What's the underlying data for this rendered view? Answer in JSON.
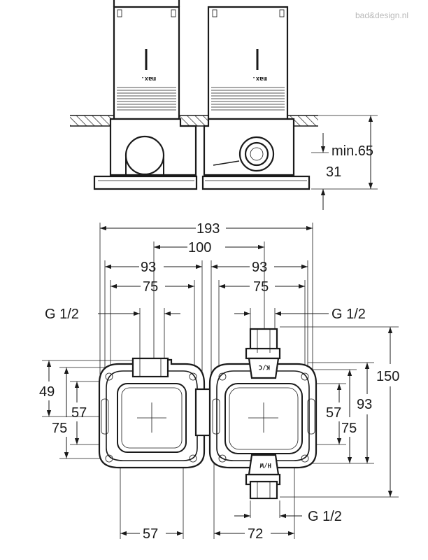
{
  "watermark": "bad&design.nl",
  "side_view": {
    "label_max": "max.",
    "label_min": "min.",
    "dim_min_depth": "min.65",
    "dim_base": "31"
  },
  "top_view": {
    "dim_total_width": "193",
    "dim_center_distance": "100",
    "dim_left_half": "93",
    "dim_right_half": "93",
    "dim_left_inner": "75",
    "dim_right_inner": "75",
    "thread_left": "G 1/2",
    "thread_right_top": "G 1/2",
    "thread_bottom": "G 1/2",
    "dim_left_49": "49",
    "dim_left_57": "57",
    "dim_left_75": "75",
    "dim_right_57": "57",
    "dim_right_75": "75",
    "dim_right_93": "93",
    "dim_right_150": "150",
    "dim_bottom_57": "57",
    "dim_bottom_72": "72",
    "label_cold": "K/C",
    "label_hot": "H/W"
  }
}
